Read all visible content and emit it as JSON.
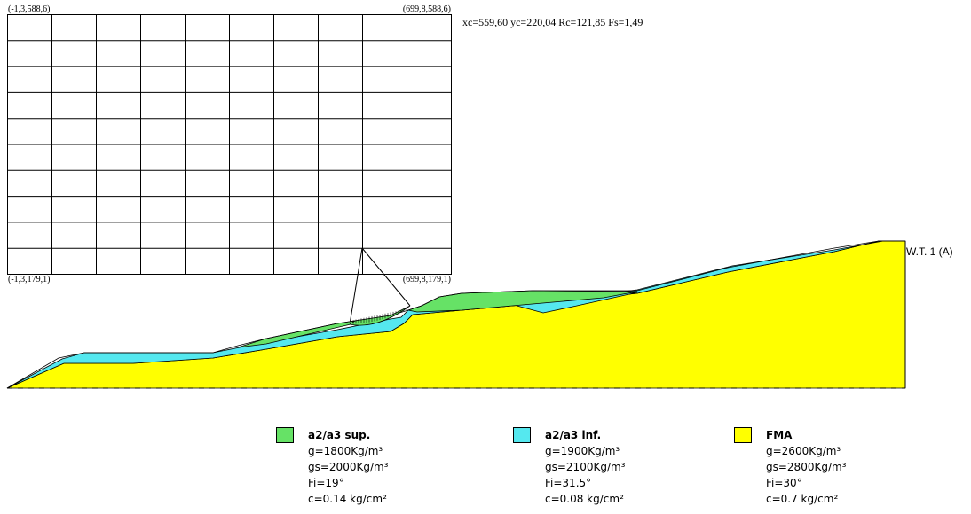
{
  "grid": {
    "top_left": "(-1,3,588,6)",
    "top_right": "(699,8,588,6)",
    "bottom_left": "(-1,3,179,1)",
    "bottom_right": "(699,8,179,1)"
  },
  "result_text": "xc=559,60 yc=220,04 Rc=121,85 Fs=1,49",
  "water_table_label": "W.T. 1 (A)",
  "colors": {
    "sup": "#66e266",
    "inf": "#55e8ef",
    "fma": "#ffff00"
  },
  "legend": [
    {
      "name": "a2/a3 sup.",
      "color": "#66e266",
      "g": "g=1800Kg/m³",
      "gs": "gs=2000Kg/m³",
      "fi": "Fi=19°",
      "c": "c=0.14 kg/cm²"
    },
    {
      "name": "a2/a3 inf.",
      "color": "#55e8ef",
      "g": "g=1900Kg/m³",
      "gs": "gs=2100Kg/m³",
      "fi": "Fi=31.5°",
      "c": "c=0.08 kg/cm²"
    },
    {
      "name": "FMA",
      "color": "#ffff00",
      "g": "g=2600Kg/m³",
      "gs": "gs=2800Kg/m³",
      "fi": "Fi=30°",
      "c": "c=0.7 kg/cm²"
    }
  ]
}
